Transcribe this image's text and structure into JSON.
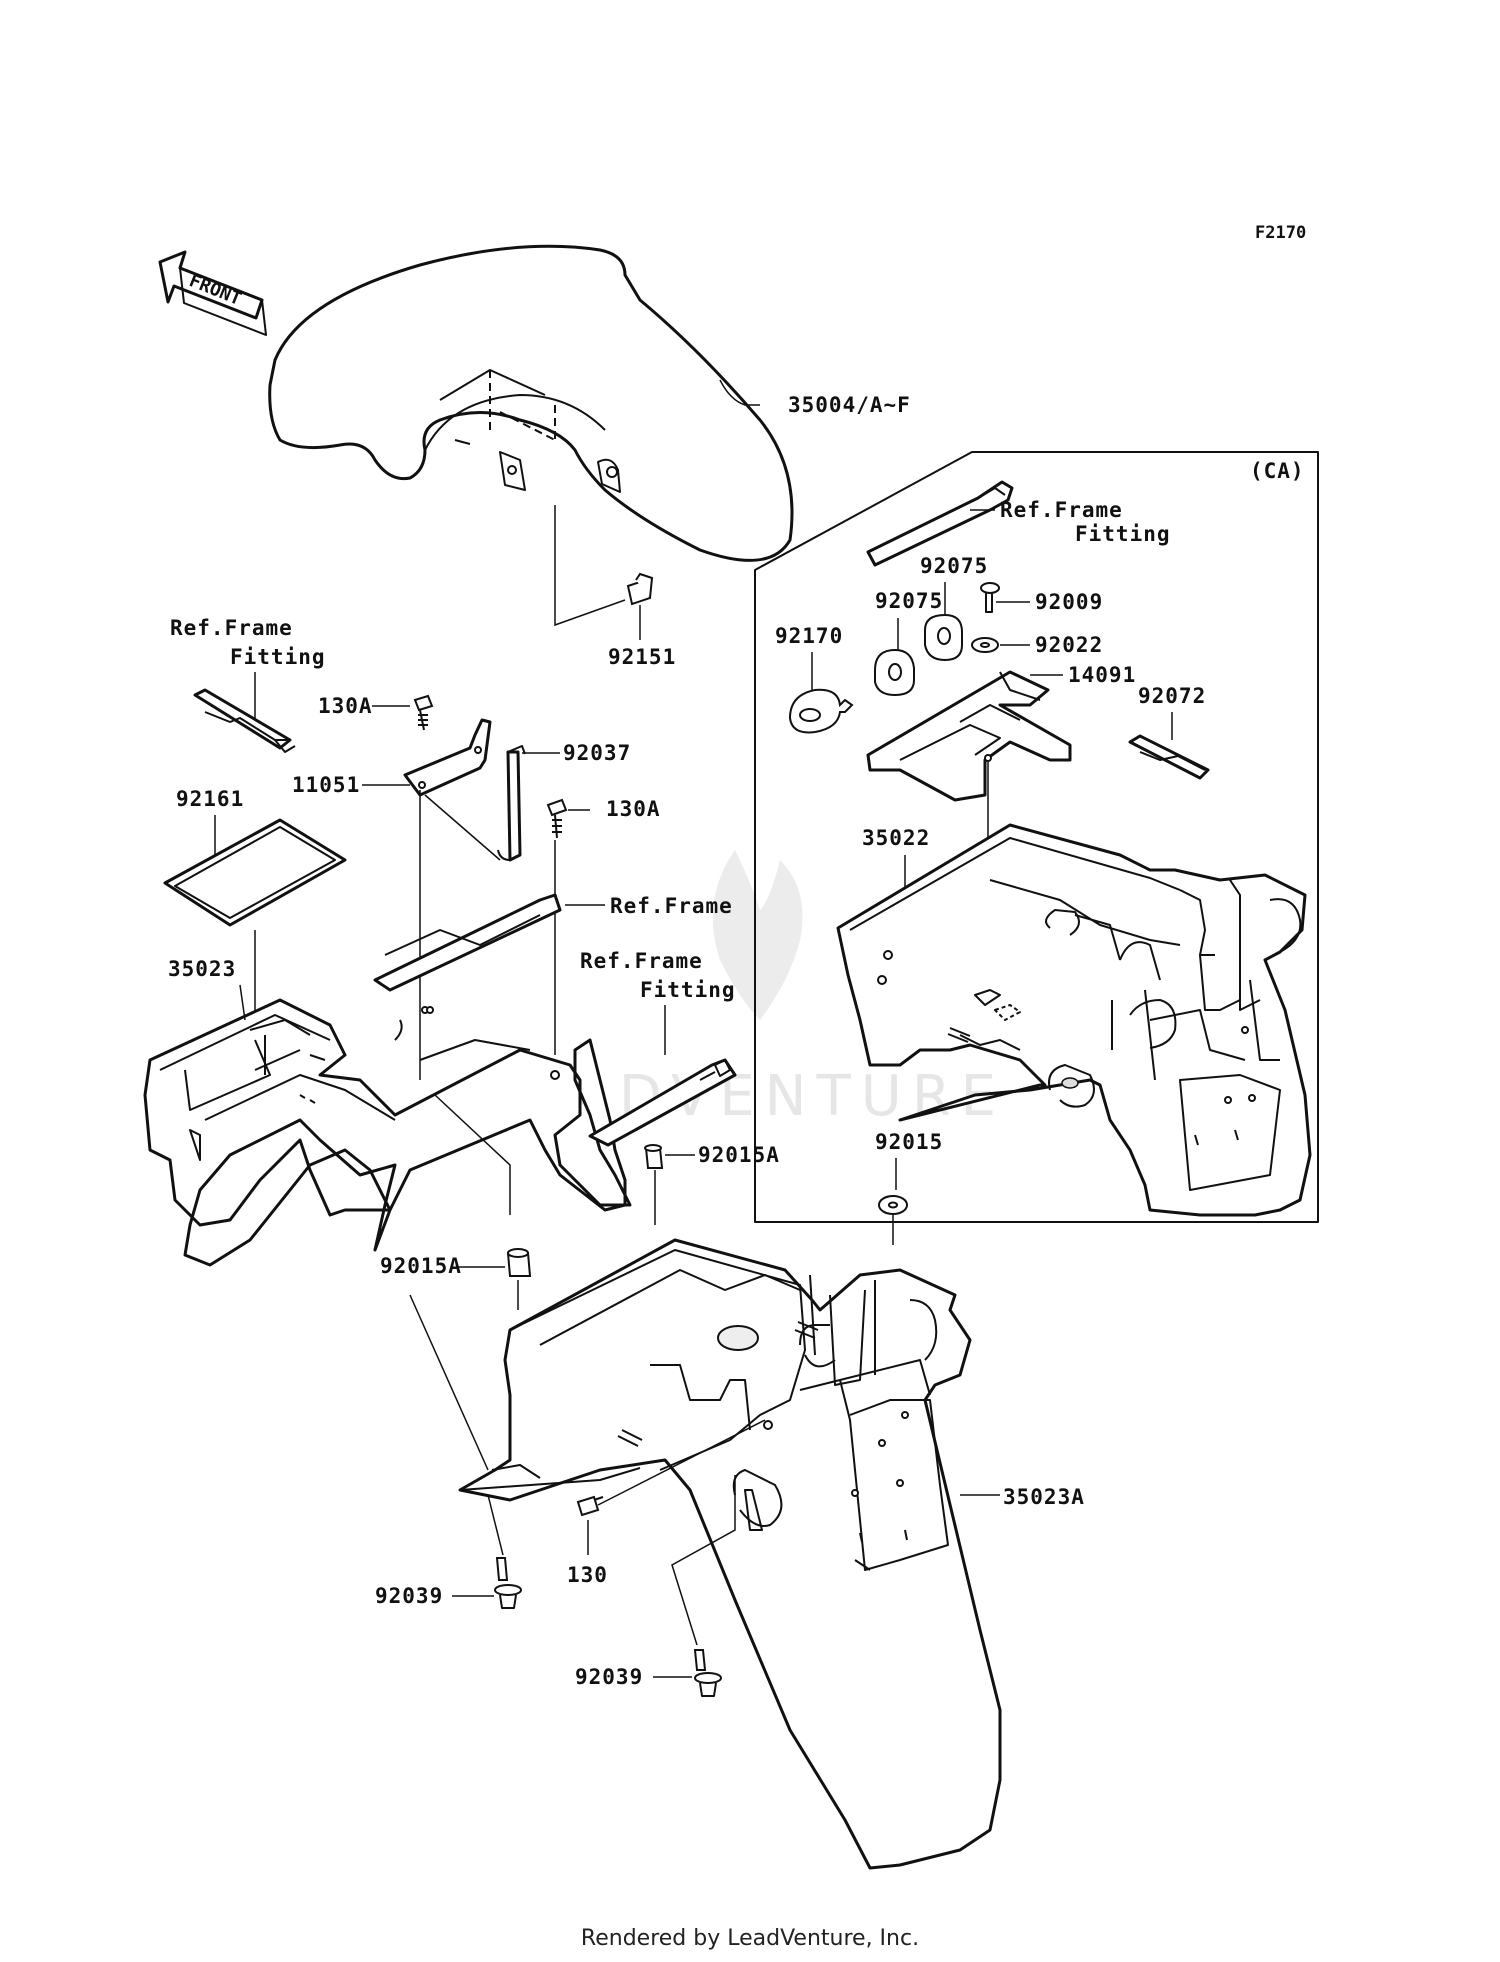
{
  "figure_code": "F2170",
  "watermark": "LEADVENTURE",
  "front_arrow": "FRONT",
  "region_tag": "(CA)",
  "footer": "Rendered by LeadVenture, Inc.",
  "labels": {
    "p35004": "35004/A~F",
    "p92151": "92151",
    "ref_frame_fitting_left_1": "Ref.Frame",
    "ref_frame_fitting_left_2": "Fitting",
    "p130A_top": "130A",
    "p92037": "92037",
    "p11051": "11051",
    "p130A_mid": "130A",
    "p92161": "92161",
    "ref_frame_mid": "Ref.Frame",
    "ref_frame_fitting_mid_1": "Ref.Frame",
    "ref_frame_fitting_mid_2": "Fitting",
    "p35023": "35023",
    "p92015A_right": "92015A",
    "p92015": "92015",
    "p92015A_left": "92015A",
    "p35023A": "35023A",
    "p130": "130",
    "p92039_left": "92039",
    "p92039_bottom": "92039",
    "ca_ref_frame_1": "Ref.Frame",
    "ca_ref_frame_2": "Fitting",
    "p92075_a": "92075",
    "p92075_b": "92075",
    "p92009": "92009",
    "p92170": "92170",
    "p92022": "92022",
    "p14091": "14091",
    "p92072": "92072",
    "p35022": "35022"
  }
}
